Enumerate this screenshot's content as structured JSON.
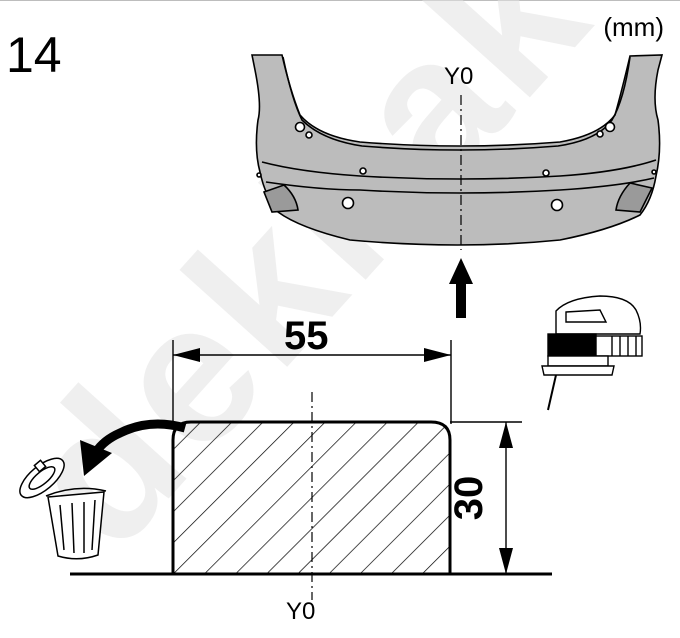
{
  "step_number": "14",
  "unit_label": "(mm)",
  "watermark_text": "dekhak",
  "reference_top_label": "Y0",
  "reference_bottom_label": "Y0",
  "cutout_width_label": "55",
  "cutout_height_label": "30",
  "icons": [
    "rear-bumper-illustration",
    "up-arrow-icon",
    "jigsaw-icon",
    "curved-arrow-icon",
    "trash-can-icon"
  ],
  "colors": {
    "bumper_fill": "#bcbcbc",
    "line": "#000000",
    "watermark": "#e1e1e1"
  }
}
